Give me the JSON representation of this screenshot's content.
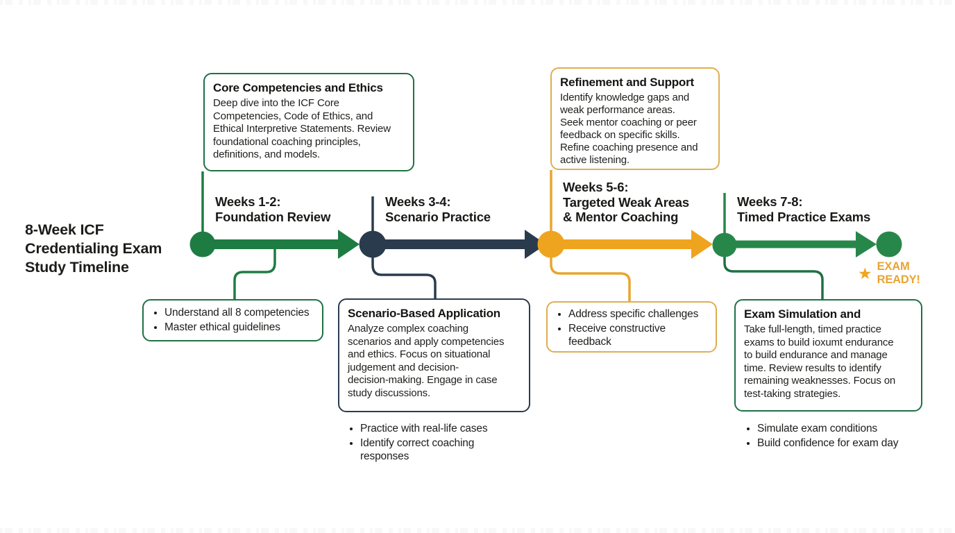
{
  "page_title": "8-Week ICF\nCredentialing Exam\nStudy Timeline",
  "exam_ready_label": "EXAM READY!",
  "icons": {
    "star": "star-icon"
  },
  "colors": {
    "green": "#1e7c42",
    "green_bright": "#27874a",
    "green_border": "#1f7044",
    "navy": "#2b3b4e",
    "gold": "#efa41f",
    "gold_line": "#e8a62e",
    "gold_border": "#dfae52",
    "gold_text": "#e8a433",
    "text": "#1d1d1b"
  },
  "phases": [
    {
      "label": "Weeks 1-2:\nFoundation Review",
      "detail_box": {
        "title": "Core Competencies and Ethics",
        "body": "Deep dive into the ICF Core\nCompetencies, Code of Ethics, and\nEthical Interpretive Statements. Review\nfoundational coaching principles,\ndefinitions, and models."
      },
      "bullets": [
        "Understand all 8 competencies",
        "Master ethical guidelines"
      ]
    },
    {
      "label": "Weeks 3-4:\nScenario Practice",
      "detail_box": {
        "title": "Scenario-Based Application",
        "body": "Analyze complex coaching\nscenarios and apply competencies\nand ethics. Focus on situational\njudgement and decision-\ndecision-making. Engage in case\nstudy discussions."
      },
      "bullets": [
        "Practice with real-life cases",
        "Identify correct coaching\nresponses"
      ]
    },
    {
      "label": "Weeks 5-6:\nTargeted Weak Areas\n& Mentor Coaching",
      "detail_box": {
        "title": "Refinement and Support",
        "body": "Identify knowledge gaps and\nweak performance areas.\nSeek mentor coaching or peer\nfeedback on specific skills.\nRefine coaching presence and\nactive listening."
      },
      "bullets": [
        "Address specific challenges",
        "Receive constructive\nfeedback"
      ]
    },
    {
      "label": "Weeks 7-8:\nTimed Practice Exams",
      "detail_box": {
        "title": "Exam Simulation and",
        "body": "Take full-length, timed practice\nexams to build ioxumt endurance\nto build endurance and manage\ntime. Review results to identify\nremaining weaknesses. Focus on\ntest-taking strategies."
      },
      "bullets": [
        "Simulate exam conditions",
        "Build confidence for exam day"
      ]
    }
  ]
}
